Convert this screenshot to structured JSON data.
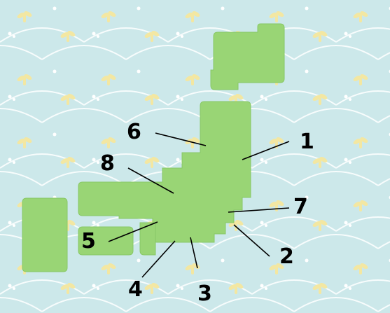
{
  "colors": {
    "water": "#cce8ea",
    "wave": "#ffffff",
    "dragonfly": "#f3e7a2",
    "land": "#99d575",
    "land_edge": "#88c866",
    "line": "#000000",
    "label": "#000000"
  },
  "decoration": "dragonfly-and-wave-pattern",
  "labels": [
    "1",
    "2",
    "3",
    "4",
    "5",
    "6",
    "7",
    "8"
  ]
}
